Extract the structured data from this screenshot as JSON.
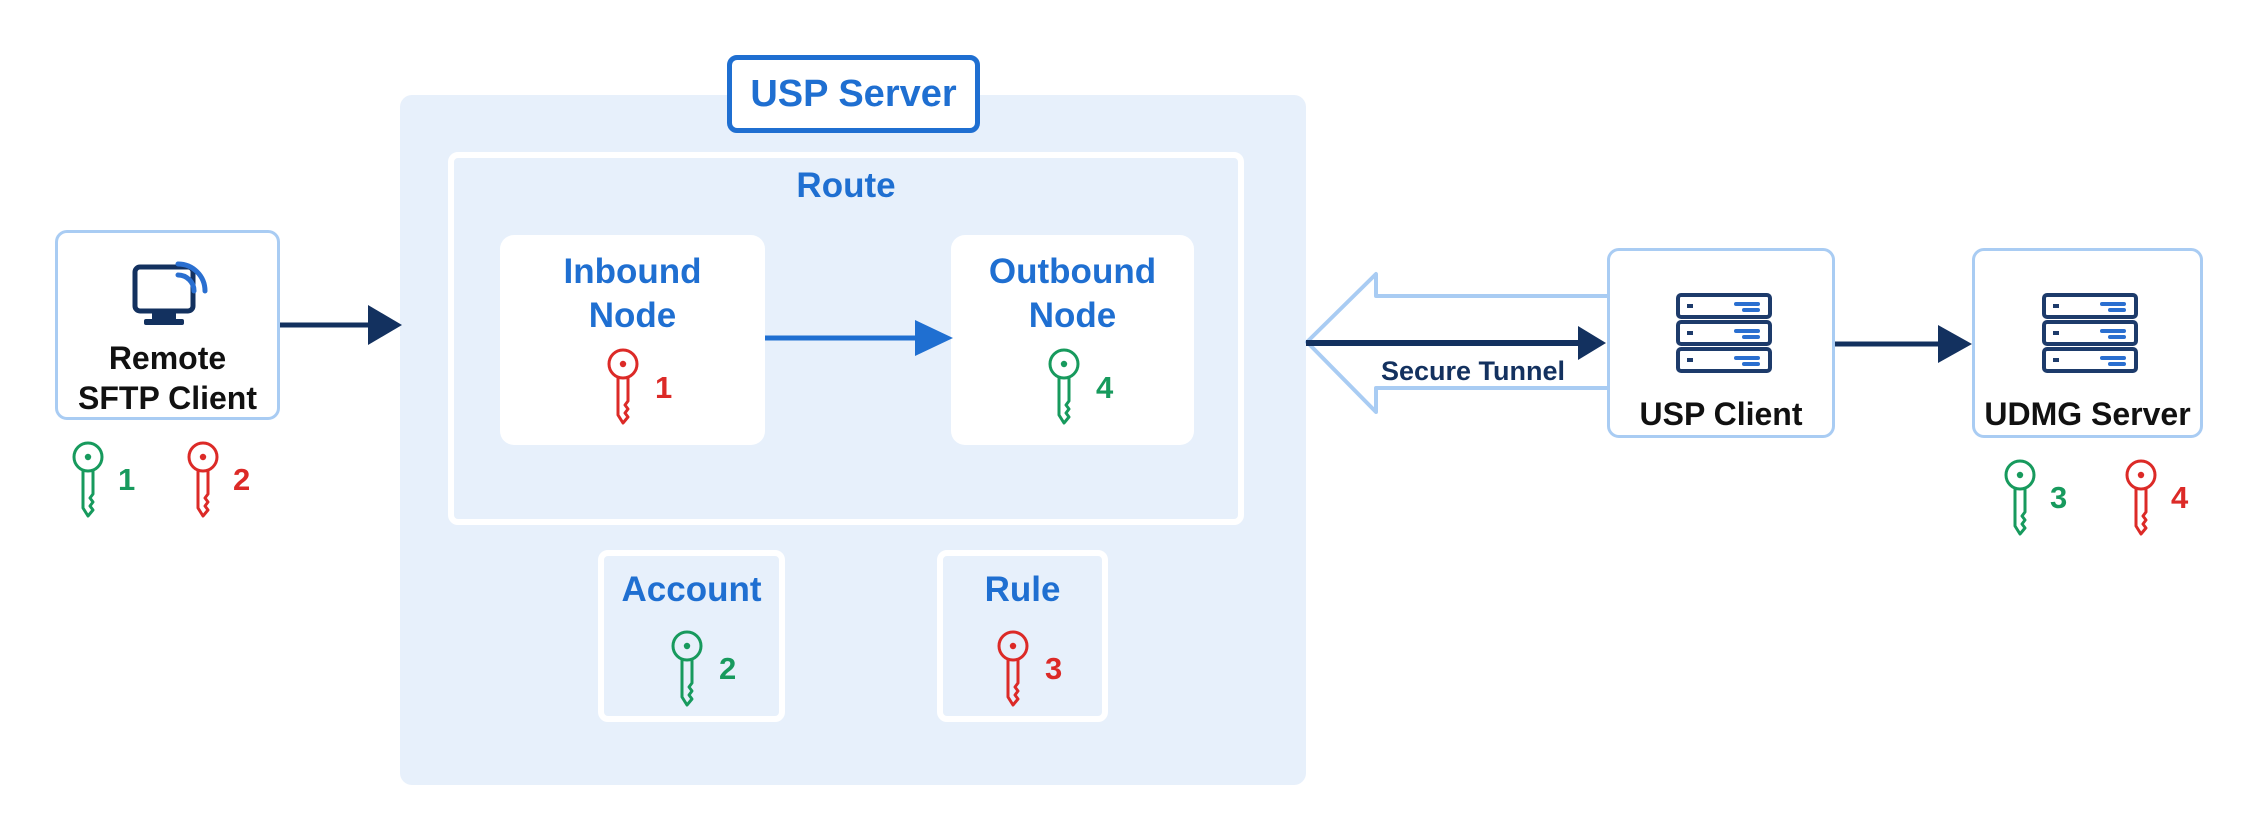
{
  "server": {
    "title": "USP Server"
  },
  "route": {
    "title": "Route"
  },
  "inbound": {
    "line1": "Inbound",
    "line2": "Node",
    "key_num": "1",
    "key_color": "#dc2a27"
  },
  "outbound": {
    "line1": "Outbound",
    "line2": "Node",
    "key_num": "4",
    "key_color": "#179a5d"
  },
  "account": {
    "title": "Account",
    "key_num": "2",
    "key_color": "#179a5d"
  },
  "rule": {
    "title": "Rule",
    "key_num": "3",
    "key_color": "#dc2a27"
  },
  "remote_client": {
    "line1": "Remote",
    "line2": "SFTP Client",
    "keys": [
      {
        "num": "1",
        "color": "#179a5d"
      },
      {
        "num": "2",
        "color": "#dc2a27"
      }
    ]
  },
  "tunnel": {
    "label": "Secure Tunnel"
  },
  "usp_client": {
    "label": "USP Client"
  },
  "udmg_server": {
    "label": "UDMG Server",
    "keys": [
      {
        "num": "3",
        "color": "#179a5d"
      },
      {
        "num": "4",
        "color": "#dc2a27"
      }
    ]
  },
  "colors": {
    "accent": "#1f6fd1",
    "dark": "#13315f",
    "green": "#179a5d",
    "red": "#dc2a27",
    "panel": "#e7f0fb"
  }
}
